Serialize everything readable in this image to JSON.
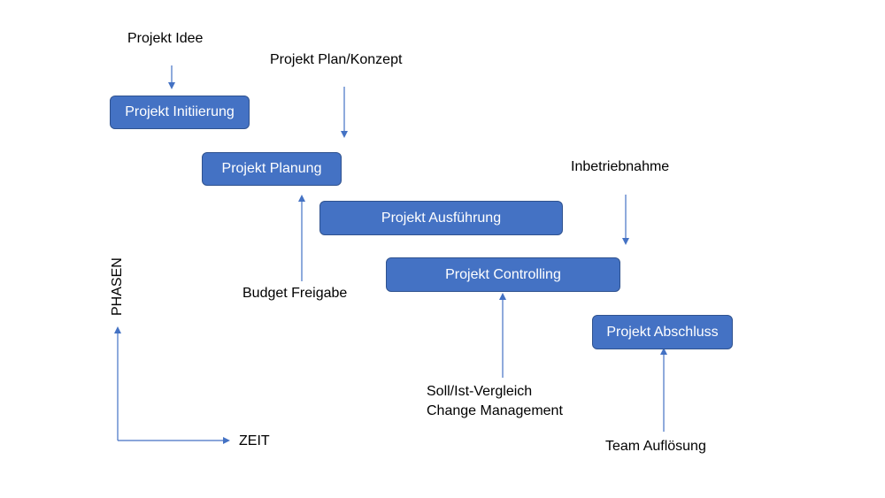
{
  "phases": {
    "initiierung": "Projekt Initiierung",
    "planung": "Projekt Planung",
    "ausfuehrung": "Projekt Ausführung",
    "controlling": "Projekt Controlling",
    "abschluss": "Projekt Abschluss"
  },
  "annotations": {
    "idee": "Projekt Idee",
    "plan_konzept": "Projekt Plan/Konzept",
    "budget_freigabe": "Budget Freigabe",
    "inbetriebnahme": "Inbetriebnahme",
    "soll_ist": "Soll/Ist-Vergleich",
    "change_management": "Change Management",
    "team_aufloesung": "Team Auflösung"
  },
  "axes": {
    "y_label": "PHASEN",
    "x_label": "ZEIT"
  },
  "colors": {
    "box_fill": "#4472c4",
    "box_border": "#2f528f",
    "arrow": "#4472c4"
  }
}
